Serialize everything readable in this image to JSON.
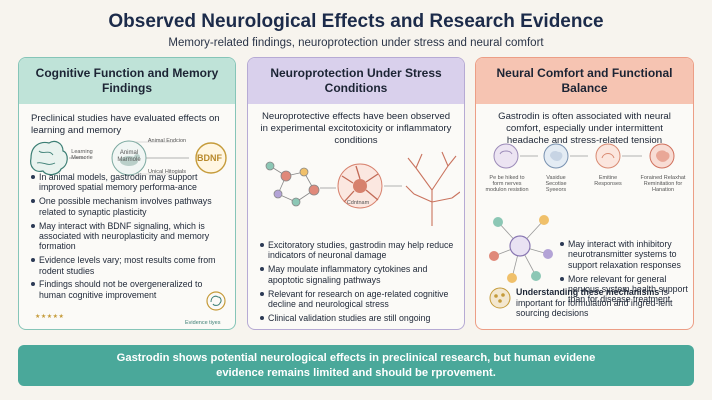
{
  "header": {
    "title": "Observed Neurological Effects and Research Evidence",
    "subtitle": "Memory-related findings, neuroprotection under stress and neural comfort"
  },
  "panel1": {
    "title": "Cognitive Function and Memory Findings",
    "intro": "Preclinical studies have evaluated effects on learning and memory",
    "illus_labels": [
      "Animal Endcion",
      "Learning Memorie",
      "Animal Marmole",
      "Unical Hitogials"
    ],
    "bdnf": "BDNF",
    "bullets": [
      "In animal models, gastrodin may support improved spatial memory performa-ance",
      "One possible mechanism involves pathways related to synaptic plasticity",
      "May interact with BDNF signaling, which is associated with neuroplasticity and memory formation",
      "Evidence levels vary; most results come from rodent studies",
      "Findings should not be overgeneralized to human cognitive improvement"
    ],
    "stars": "★★★★★",
    "evidence_tag": "Evidence tiyes"
  },
  "panel2": {
    "title": "Neuroprotection Under Stress Conditions",
    "intro": "Neuroprotective effects have been observed in experimental excitotoxicity or inflammatory conditions",
    "illus_labels": [
      "Cdntnam"
    ],
    "bullets": [
      "Excitoratory studies, gastrodin may help reduce indicators of neuronal damage",
      "May moulate inflammatory cytokines and apoptotic signaling pathways",
      "Relevant for research on age-related cognitive decline and neurological stress",
      "Clinical validation studies are still ongoing"
    ]
  },
  "panel3": {
    "title": "Neural Comfort and Functional Balance",
    "intro": "Gastrodin is often associated with neural comfort, especially under intermittent headache and stress-related tension",
    "steps": [
      "Pe be hiked to form nerves modulon resistion",
      "Vasidue Secotise Syeeors",
      "Emitine Responses",
      "Forained Relaxhat Reminitation for Hanation"
    ],
    "bullets": [
      "May interact with inhibitory neurotransmitter systems to support relaxation responses",
      "More relevant for general nervous system health support than for disease treatment"
    ],
    "understand_bold": "Understanding these mechanisms",
    "understand_rest": " is important for formulation and ingred-ient sourcing decisions"
  },
  "footer": {
    "line1": "Gastrodin shows potential neurological effects in preclinical research, but human evidene",
    "line2": "evidence remains limited and should be rprovement."
  },
  "colors": {
    "teal": "#4aa89a",
    "lavender": "#d9d0ec",
    "salmon": "#f6c4b2",
    "gold": "#c59b3a"
  }
}
